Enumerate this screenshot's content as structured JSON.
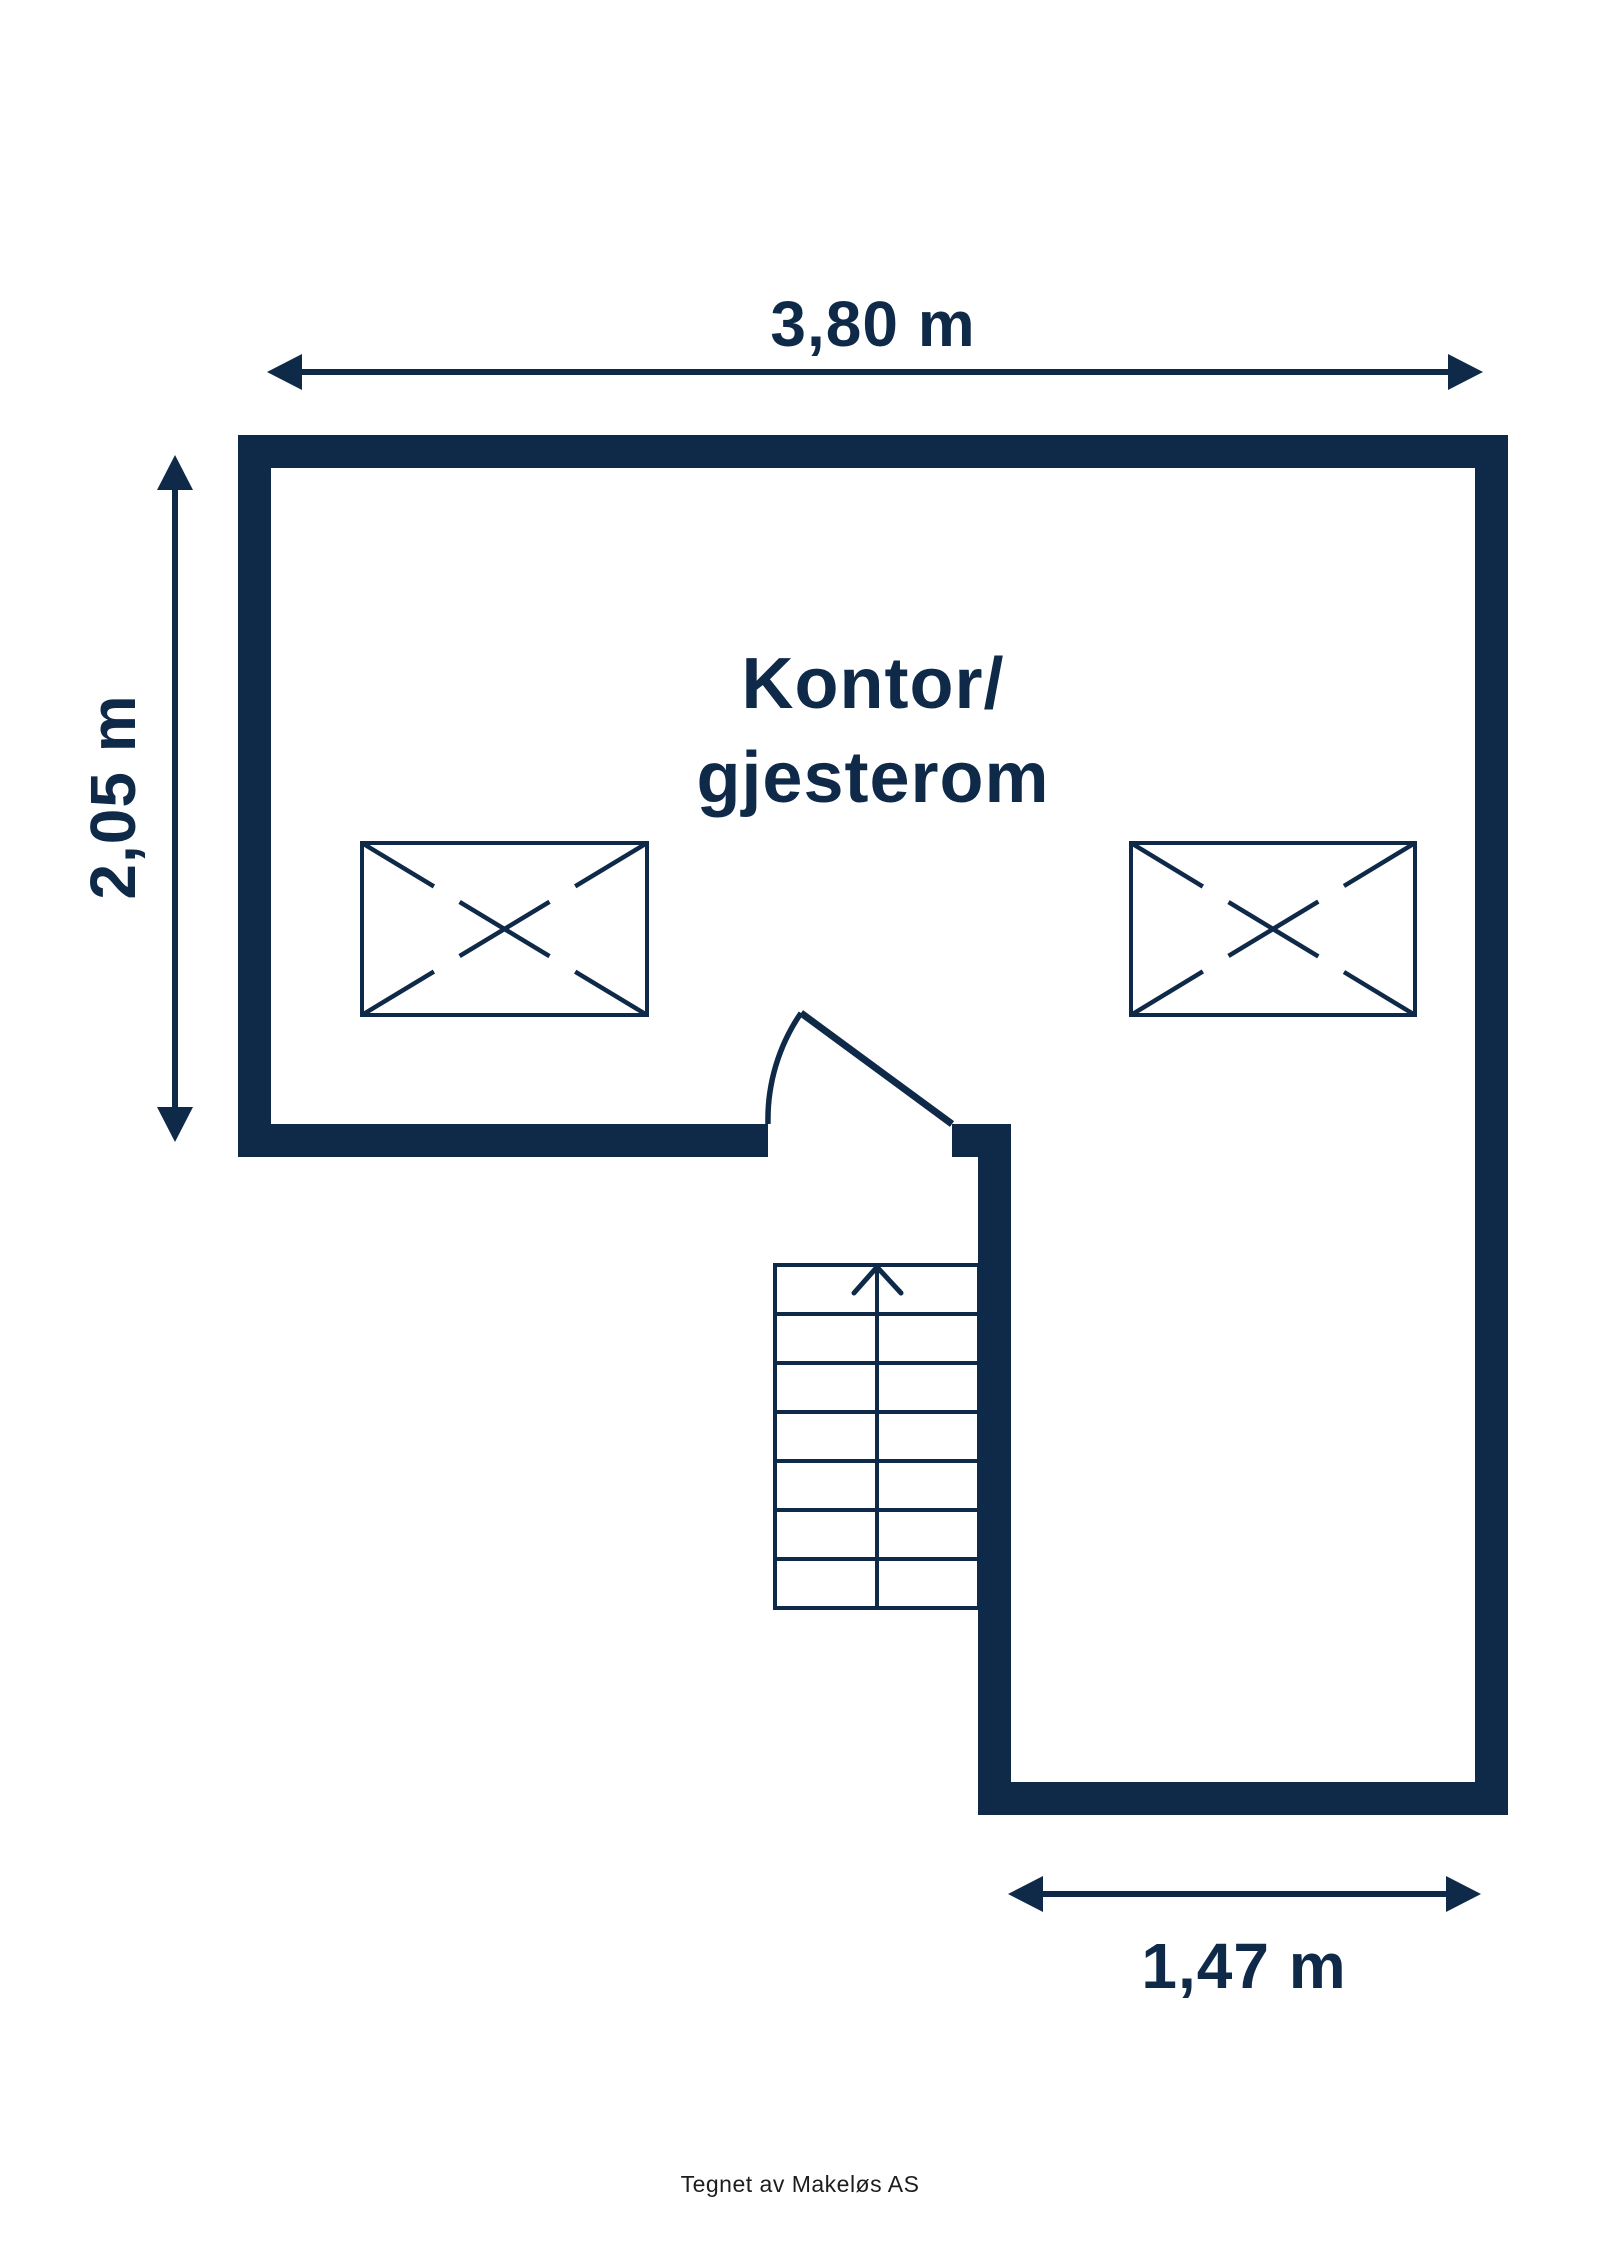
{
  "page": {
    "background": "#ffffff",
    "footer_credit": "Tegnet av Makeløs AS"
  },
  "colors": {
    "wall": "#0f2948",
    "label": "#0f2948",
    "footer": "#1d1d1d"
  },
  "floorplan": {
    "room": {
      "label_line1": "Kontor/",
      "label_line2": "gjesterom"
    },
    "dimensions": {
      "top": "3,80 m",
      "left": "2,05 m",
      "bottom": "1,47 m"
    },
    "symbols": {
      "skylight_left": "skylight-window",
      "skylight_right": "skylight-window",
      "stairs": "stairs-up",
      "door": "door-swing"
    }
  }
}
